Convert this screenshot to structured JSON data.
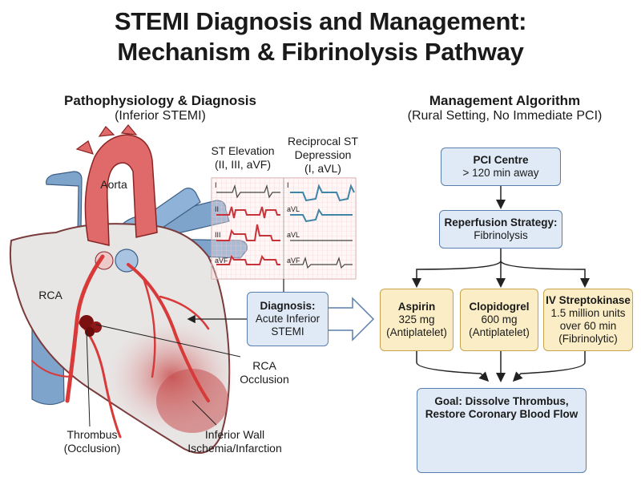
{
  "title": {
    "line1": "STEMI Diagnosis and Management:",
    "line2": "Mechanism & Fibrinolysis Pathway"
  },
  "left_section": {
    "title": "Pathophysiology & Diagnosis",
    "subtitle": "(Inferior STEMI)"
  },
  "right_section": {
    "title": "Management Algorithm",
    "subtitle": "(Rural Setting, No Immediate PCI)"
  },
  "heart": {
    "aorta_label": "Aorta",
    "rca_label": "RCA",
    "rca_occlusion_line1": "RCA",
    "rca_occlusion_line2": "Occlusion",
    "thrombus_line1": "Thrombus",
    "thrombus_line2": "(Occlusion)",
    "inferior_line1": "Inferior Wall",
    "inferior_line2": "Ischemia/Infarction"
  },
  "ecg": {
    "elevation_line1": "ST Elevation",
    "elevation_line2": "(II, III, aVF)",
    "reciprocal_line1": "Reciprocal ST",
    "reciprocal_line2": "Depression",
    "reciprocal_line3": "(I, aVL)",
    "left_leads": [
      "I",
      "II",
      "III",
      "aVF"
    ],
    "right_leads": [
      "I",
      "aVL",
      "aVL",
      "aVF"
    ]
  },
  "diagnosis": {
    "title": "Diagnosis:",
    "line1": "Acute Inferior",
    "line2": "STEMI"
  },
  "pci": {
    "title": "PCI Centre",
    "detail": "> 120 min away"
  },
  "reperfusion": {
    "title": "Reperfusion Strategy:",
    "detail": "Fibrinolysis"
  },
  "drugs": [
    {
      "name": "Aspirin",
      "dose": "325 mg",
      "extra": "",
      "class": "(Antiplatelet)"
    },
    {
      "name": "Clopidogrel",
      "dose": "600 mg",
      "extra": "",
      "class": "(Antiplatelet)"
    },
    {
      "name": "IV Streptokinase",
      "dose": "1.5 million units",
      "extra": "over 60 min",
      "class": "(Fibrinolytic)"
    }
  ],
  "goal": {
    "line1": "Goal: Dissolve Thrombus,",
    "line2": "Restore Coronary Blood Flow"
  },
  "colors": {
    "artery_red": "#d83a3a",
    "vein_blue": "#7ea4cc",
    "heart_fill": "#e9e6e6",
    "ecg_red": "#c8333a",
    "ecg_blue": "#3f86a6",
    "box_blue": "#dfeaf6",
    "box_yellow": "#fbeec6"
  }
}
